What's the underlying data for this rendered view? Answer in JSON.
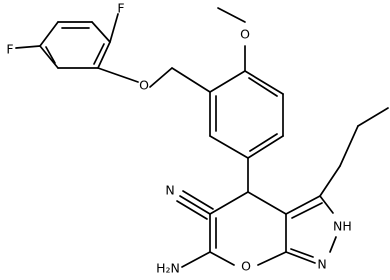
{
  "molecule": {
    "atom_labels": {
      "f_top": "F",
      "f_left": "F",
      "o_ether": "O",
      "o_methoxy": "O",
      "n_nitrile": "N",
      "nh_pyrazole": "NH",
      "n_pyrazole": "N",
      "o_pyran": "O",
      "amino": "H₂N"
    },
    "colors": {
      "bond": "#000000",
      "background": "#ffffff"
    }
  }
}
